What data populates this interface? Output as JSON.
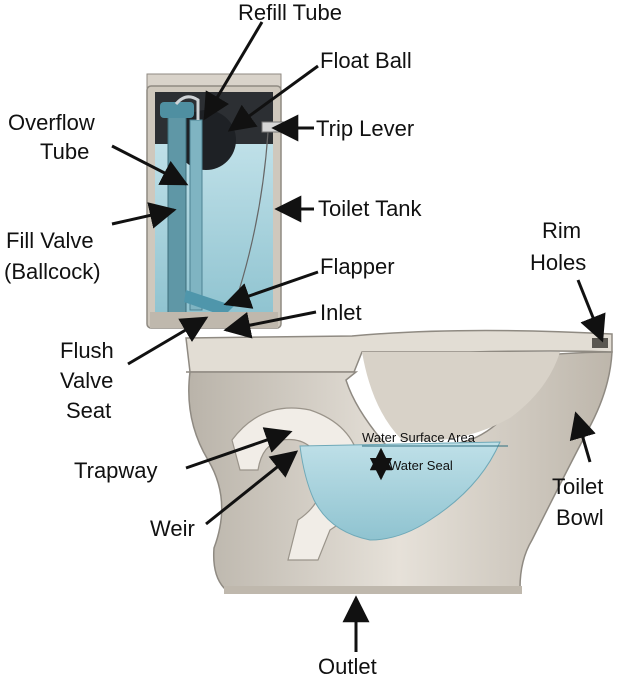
{
  "diagram": {
    "labels": {
      "refill_tube": "Refill Tube",
      "float_ball": "Float Ball",
      "overflow_tube_1": "Overflow",
      "overflow_tube_2": "Tube",
      "trip_lever": "Trip Lever",
      "toilet_tank": "Toilet Tank",
      "fill_valve_1": "Fill Valve",
      "fill_valve_2": "(Ballcock)",
      "rim_holes_1": "Rim",
      "rim_holes_2": "Holes",
      "flapper": "Flapper",
      "inlet": "Inlet",
      "flush_valve_seat_1": "Flush",
      "flush_valve_seat_2": "Valve",
      "flush_valve_seat_3": "Seat",
      "water_surface_area": "Water Surface Area",
      "water_seal": "Water Seal",
      "trapway": "Trapway",
      "toilet_bowl_1": "Toilet",
      "toilet_bowl_2": "Bowl",
      "weir": "Weir",
      "outlet": "Outlet"
    },
    "colors": {
      "ceramic": "#cfc8bd",
      "ceramic_dark": "#8f8a82",
      "ceramic_light": "#e9e4dc",
      "water": "#a9d2dc",
      "water_dark": "#6fa9b8",
      "tank_dark": "#2c2f33",
      "arrow": "#111111"
    }
  }
}
